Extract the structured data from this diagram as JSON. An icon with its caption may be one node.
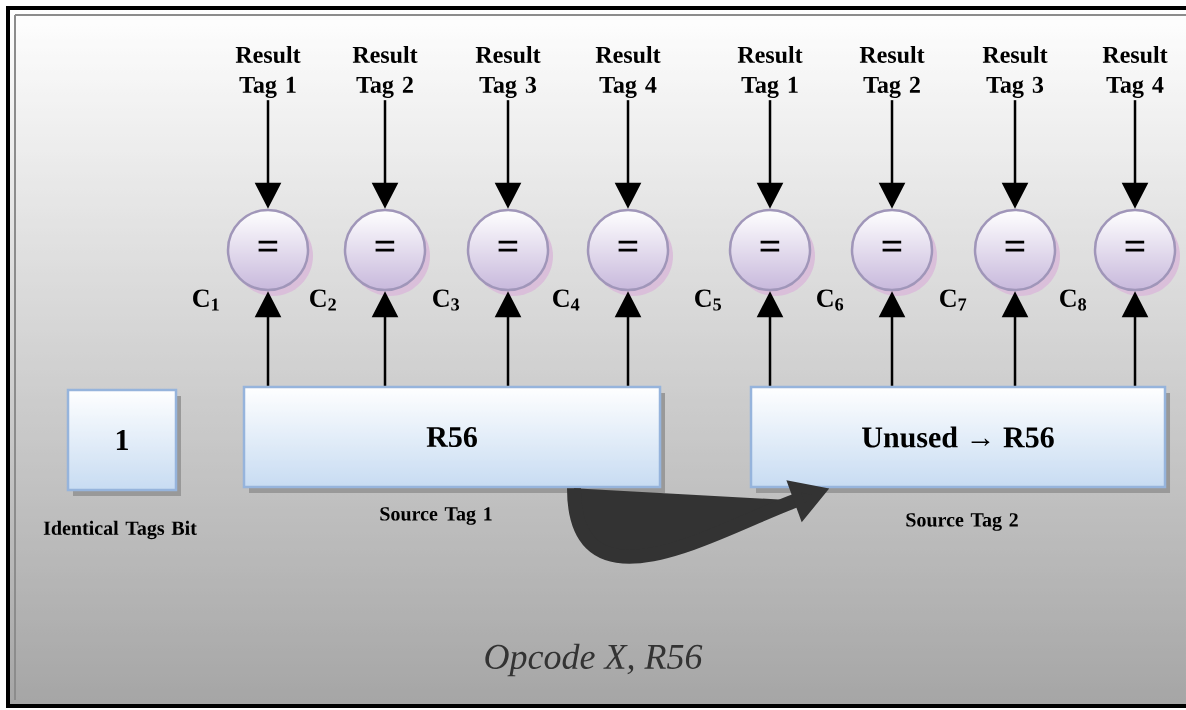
{
  "diagram": {
    "nodes": [
      {
        "text": [
          "Result Tag 1"
        ]
      },
      {
        "text": [
          "Result Tag 2"
        ]
      },
      {
        "text": [
          "Result Tag 3"
        ]
      },
      {
        "text": [
          "Result Tag 4"
        ]
      },
      {
        "text": [
          "Result Tag 1"
        ]
      },
      {
        "text": [
          "Result Tag 2"
        ]
      },
      {
        "text": [
          "Result Tag 3"
        ]
      },
      {
        "text": [
          "Result Tag 4"
        ]
      },
      {
        "text": [
          "="
        ],
        "beside": [
          "C$_{1}$"
        ]
      },
      {
        "text": [
          "="
        ],
        "beside": [
          "C$_{2}$"
        ]
      },
      {
        "text": [
          "="
        ],
        "beside": [
          "C$_{3}$"
        ]
      },
      {
        "text": [
          "="
        ],
        "beside": [
          "C$_{4}$"
        ]
      },
      {
        "text": [
          "="
        ],
        "beside": [
          "C$_{5}$"
        ]
      },
      {
        "text": [
          "="
        ],
        "beside": [
          "C$_{6}$"
        ]
      },
      {
        "text": [
          "="
        ],
        "beside": [
          "C$_{7}$"
        ]
      },
      {
        "text": [
          "="
        ],
        "beside": [
          "C$_{8}$"
        ]
      },
      {
        "text": [
          "1"
        ],
        "beside": [
          "Identical Tags Bit"
        ]
      },
      {
        "text": [
          "R56"
        ],
        "beside": [
          "Source Tag 1"
        ]
      },
      {
        "text": [
          "Unused → R56"
        ],
        "beside": [
          "Source Tag 2"
        ]
      }
    ],
    "edges": [
      {
        "from": 0,
        "to": 8,
        "arrow": "to"
      },
      {
        "from": 1,
        "to": 9,
        "arrow": "to"
      },
      {
        "from": 2,
        "to": 10,
        "arrow": "to"
      },
      {
        "from": 3,
        "to": 11,
        "arrow": "to"
      },
      {
        "from": 4,
        "to": 12,
        "arrow": "to"
      },
      {
        "from": 5,
        "to": 13,
        "arrow": "to"
      },
      {
        "from": 6,
        "to": 14,
        "arrow": "to"
      },
      {
        "from": 7,
        "to": 15,
        "arrow": "to"
      },
      {
        "from": 17,
        "to": 8,
        "arrow": "to"
      },
      {
        "from": 17,
        "to": 9,
        "arrow": "to"
      },
      {
        "from": 17,
        "to": 10,
        "arrow": "to"
      },
      {
        "from": 17,
        "to": 11,
        "arrow": "to"
      },
      {
        "from": 18,
        "to": 12,
        "arrow": "to"
      },
      {
        "from": 18,
        "to": 13,
        "arrow": "to"
      },
      {
        "from": 18,
        "to": 14,
        "arrow": "to"
      },
      {
        "from": 18,
        "to": 15,
        "arrow": "to"
      },
      {
        "from": 17,
        "to": 18,
        "arrow": "to",
        "style": "thick",
        "color": "#333333"
      }
    ],
    "labels": [
      "Opcode X, R56"
    ]
  }
}
